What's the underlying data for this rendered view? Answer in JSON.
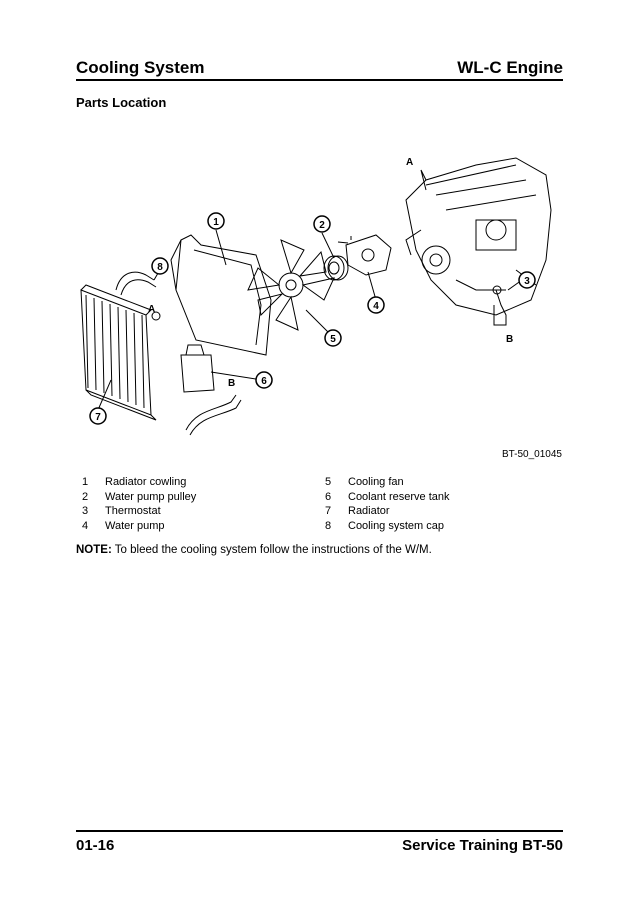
{
  "header": {
    "left_title": "Cooling System",
    "right_title": "WL-C Engine"
  },
  "section": {
    "title": "Parts Location"
  },
  "figure": {
    "reference": "BT-50_01045",
    "callouts": [
      "1",
      "2",
      "3",
      "4",
      "5",
      "6",
      "7",
      "8"
    ],
    "letters": [
      "A",
      "A",
      "B",
      "B"
    ]
  },
  "legend": {
    "items": [
      {
        "num": "1",
        "label": "Radiator cowling"
      },
      {
        "num": "5",
        "label": "Cooling fan"
      },
      {
        "num": "2",
        "label": "Water pump pulley"
      },
      {
        "num": "6",
        "label": "Coolant reserve tank"
      },
      {
        "num": "3",
        "label": "Thermostat"
      },
      {
        "num": "7",
        "label": "Radiator"
      },
      {
        "num": "4",
        "label": "Water pump"
      },
      {
        "num": "8",
        "label": "Cooling system cap"
      }
    ]
  },
  "note": {
    "label": "NOTE:",
    "text": "To bleed the cooling system follow the instructions of the W/M."
  },
  "footer": {
    "left": "01-16",
    "right": "Service Training BT-50"
  }
}
